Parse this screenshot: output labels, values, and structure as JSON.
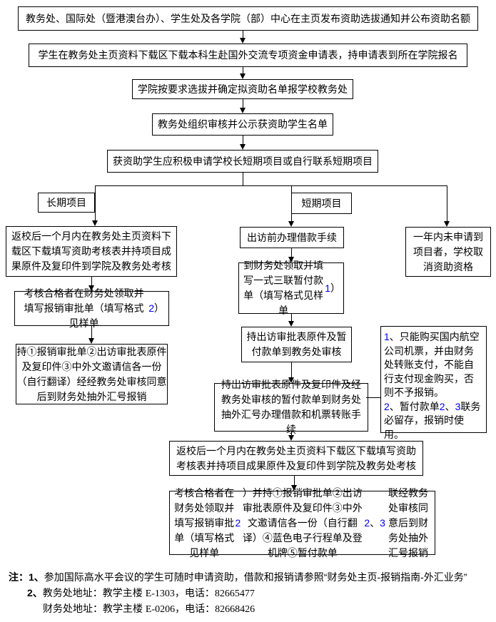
{
  "colors": {
    "line": "#000000",
    "background": "#ffffff",
    "number_blue": "#0000f0"
  },
  "nodes": {
    "n1": {
      "text": "教务处、国际处（暨港澳台办）、学生处及各学院（部）中心在主页发布资助选拔通知并公布资助名额"
    },
    "n2": {
      "text": "学生在教务处主页资料下载区下载本科生赴国外交流专项资金申请表，持申请表到所在学院报名"
    },
    "n3": {
      "text": "学院按要求选拔并确定拟资助名单报学校教务处"
    },
    "n4": {
      "text": "教务处组织审核并公示获资助学生名单"
    },
    "n5": {
      "text": "获资助学生应积极申请学校长短期项目或自行联系短期项目"
    },
    "label_long": {
      "text": "长期项目"
    },
    "label_short": {
      "text": "短期项目"
    },
    "left1": {
      "text": "返校后一个月内在教务处主页资料下载区下载填写资助考核表并持项目成果原件及复印件到学院及教务处考核"
    },
    "left2": {
      "segments": [
        {
          "t": "考核合格者在财务处领取并填写报销审批单（填写格式见样单"
        },
        {
          "t": "2",
          "s": "blue"
        },
        {
          "t": "）"
        }
      ]
    },
    "left3": {
      "text": "持①报销审批单②出访审批表原件及复印件③中外文邀请信各一份（自行翻译）经经教务处审核同意后到财务处抽外汇号报销"
    },
    "mid1": {
      "text": "出访前办理借款手续"
    },
    "mid2": {
      "segments": [
        {
          "t": "到财务处领取并填写一式三联暂付款单（填写格式见样单"
        },
        {
          "t": "1",
          "s": "blue"
        },
        {
          "t": "）"
        }
      ]
    },
    "mid3": {
      "text": "持出访审批表原件及暂付款单到教务处审核"
    },
    "mid4": {
      "text": "持出访审批表原件及复印件及经教务处审核的暂付款单到财务处抽外汇号办理借款和机票转账手续"
    },
    "right1": {
      "text": "一年内未申请到项目者，学校取消资助资格"
    },
    "note": {
      "p1": [
        {
          "t": "1",
          "s": "blue"
        },
        {
          "t": "、只能购买国内航空公司机票，并由财务处转账支付，不能自行支付现金购买，否则不予报销。"
        }
      ],
      "p2": [
        {
          "t": "2",
          "s": "blue"
        },
        {
          "t": "、暂付款单"
        },
        {
          "t": "2",
          "s": "blue"
        },
        {
          "t": "、"
        },
        {
          "t": "3",
          "s": "blue"
        },
        {
          "t": "联务必留存，报销时使用。"
        }
      ]
    },
    "bottom1": {
      "text": "返校后一个月内在教务处主页资料下载区下载填写资助考核表并持项目成果原件及复印件到学院及教务处考核"
    },
    "bottom2": {
      "segments": [
        {
          "t": "考核合格者在财务处领取并填写报销审批单（填写格式见样单"
        },
        {
          "t": "2",
          "s": "blue"
        },
        {
          "t": "）并持①报销审批单②出访审批表原件及复印件③中外文邀请信各一份（自行翻译）④蓝色电子行程单及登机牌⑤暂付款单"
        },
        {
          "t": "2",
          "s": "blue"
        },
        {
          "t": "、"
        },
        {
          "t": "3",
          "s": "blue"
        },
        {
          "t": "联经教务处审核同意后到财务处抽外汇号报销"
        }
      ]
    }
  },
  "footer": {
    "line1": [
      {
        "t": "注：1、",
        "s": "bold"
      },
      {
        "t": "参加国际高水平会议的学生可随时申请资助，借款和报销请参照“财务处主页-报销指南-外汇业务”"
      }
    ],
    "line2": [
      {
        "t": "2、",
        "s": "bold"
      },
      {
        "t": "教务处地址：教学主楼 "
      },
      {
        "t": "E-1303",
        "s": "serif"
      },
      {
        "t": "，电话："
      },
      {
        "t": "82665477",
        "s": "serif"
      }
    ],
    "line3": [
      {
        "t": "财务处地址：教学主楼 "
      },
      {
        "t": "E-0206",
        "s": "serif"
      },
      {
        "t": "，电话："
      },
      {
        "t": "82668426",
        "s": "serif"
      }
    ]
  }
}
